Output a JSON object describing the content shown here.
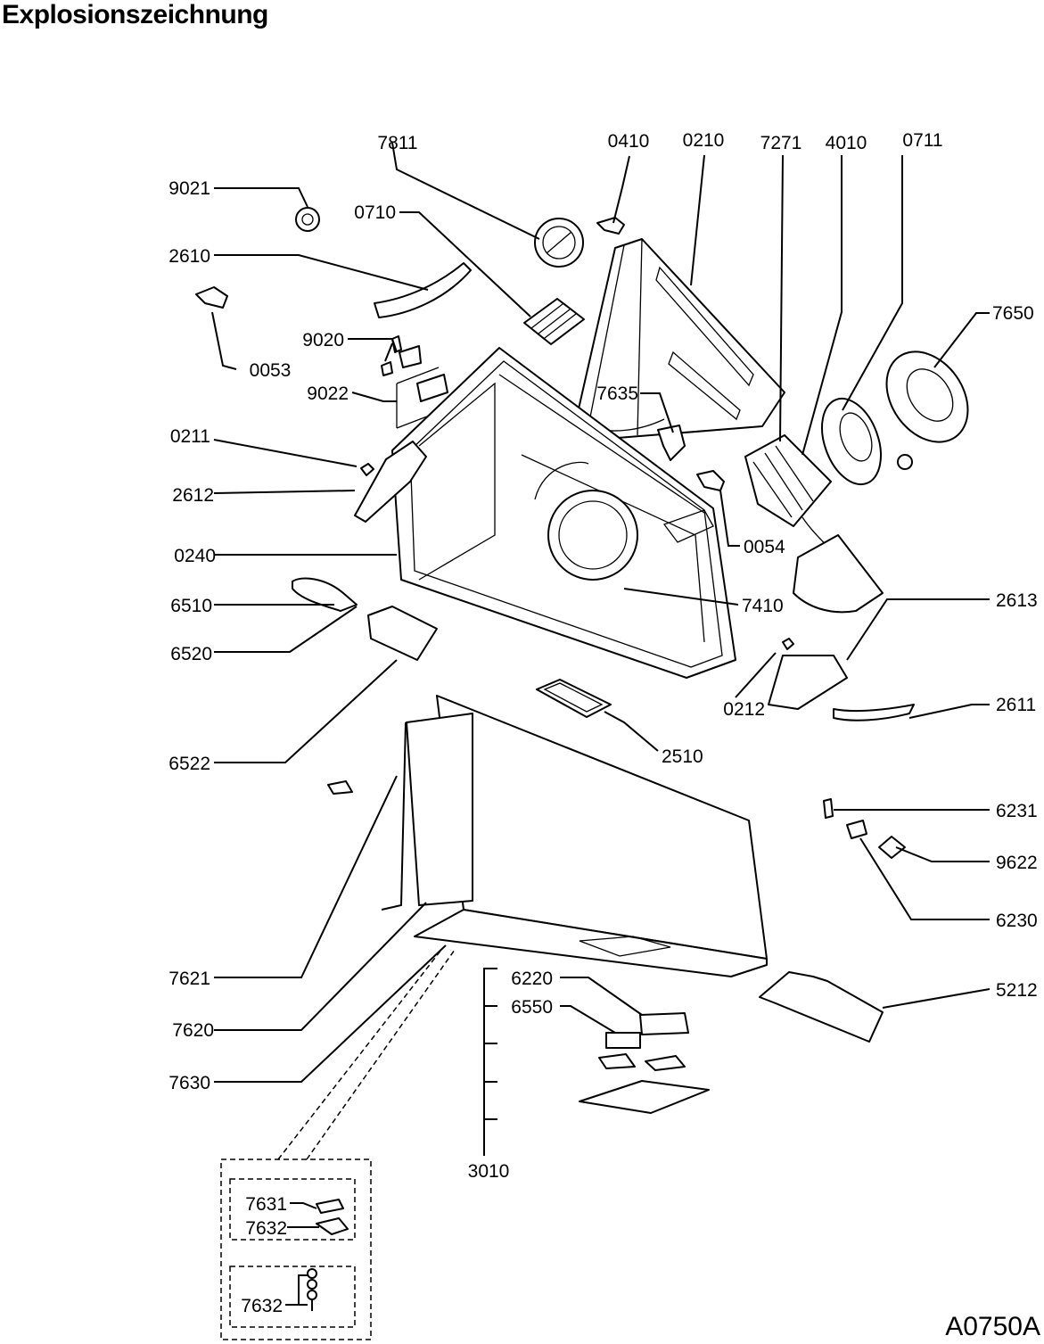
{
  "title": "Explosionszeichnung",
  "drawing_code": "A0750A",
  "part_labels": {
    "p7811": "7811",
    "p0410": "0410",
    "p0210": "0210",
    "p7271": "7271",
    "p4010": "4010",
    "p0711": "0711",
    "p9021": "9021",
    "p0710": "0710",
    "p2610": "2610",
    "p7650": "7650",
    "p9020": "9020",
    "p0053": "0053",
    "p9022": "9022",
    "p7635": "7635",
    "p0211": "0211",
    "p2612": "2612",
    "p0054": "0054",
    "p0240": "0240",
    "p6510": "6510",
    "p7410": "7410",
    "p2613": "2613",
    "p6520": "6520",
    "p0212": "0212",
    "p2611": "2611",
    "p2510": "2510",
    "p6522": "6522",
    "p6231": "6231",
    "p9622": "9622",
    "p6230": "6230",
    "p7621": "7621",
    "p5212": "5212",
    "p6220": "6220",
    "p7620": "7620",
    "p6550": "6550",
    "p7630": "7630",
    "p3010": "3010",
    "p7631": "7631",
    "p7632a": "7632",
    "p7632b": "7632"
  }
}
